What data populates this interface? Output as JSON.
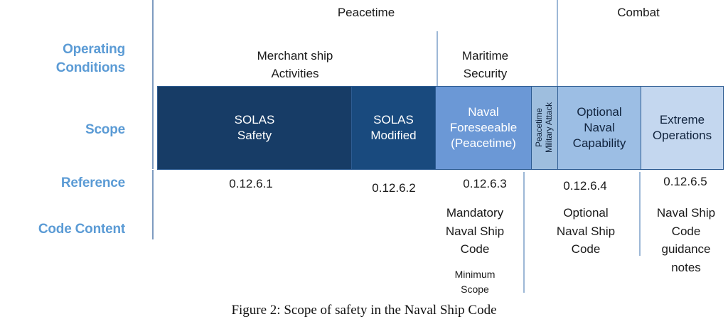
{
  "figure": {
    "caption": "Figure 2: Scope of safety in the Naval Ship Code"
  },
  "row_labels": {
    "operating_conditions": "Operating\nConditions",
    "operating_conditions_line1": "Operating",
    "operating_conditions_line2": "Conditions",
    "scope": "Scope",
    "reference": "Reference",
    "code_content": "Code Content"
  },
  "top_band": {
    "peacetime": "Peacetime",
    "combat": "Combat"
  },
  "operating_conditions_band": {
    "merchant_line1": "Merchant ship",
    "merchant_line2": "Activities",
    "maritime_line1": "Maritime",
    "maritime_line2": "Security"
  },
  "scope_bar": {
    "cells": [
      {
        "id": "solas-safety",
        "line1": "SOLAS",
        "line2": "Safety",
        "color": "#173C66",
        "text_color": "#FFFFFF"
      },
      {
        "id": "solas-modified",
        "line1": "SOLAS",
        "line2": "Modified",
        "color": "#194A7E",
        "text_color": "#FFFFFF"
      },
      {
        "id": "naval-foreseeable",
        "line1": "Naval",
        "line2": "Foreseeable",
        "line3": "(Peacetime)",
        "color": "#6B98D6",
        "text_color": "#FFFFFF"
      },
      {
        "id": "peacetime-military-attack",
        "vertical": "Peacetime\nMilitary Attack",
        "color": "#9EBEDE",
        "text_color": "#10233D"
      },
      {
        "id": "optional-naval-capability",
        "line1": "Optional",
        "line2": "Naval",
        "line3": "Capability",
        "color": "#9CBEE4",
        "text_color": "#10233D"
      },
      {
        "id": "extreme-operations",
        "line1": "Extreme",
        "line2": "Operations",
        "color": "#C4D7EF",
        "text_color": "#10233D"
      }
    ]
  },
  "reference_row": {
    "ref1": "0.12.6.1",
    "ref2": "0.12.6.2",
    "ref3": "0.12.6.3",
    "ref4": "0.12.6.4",
    "ref5": "0.12.6.5"
  },
  "code_content_row": {
    "mandatory_line1": "Mandatory",
    "mandatory_line2": "Naval Ship",
    "mandatory_line3": "Code",
    "minimum_line1": "Minimum",
    "minimum_line2": "Scope",
    "optional_line1": "Optional",
    "optional_line2": "Naval Ship",
    "optional_line3": "Code",
    "guidance_line1": "Naval Ship",
    "guidance_line2": "Code",
    "guidance_line3": "guidance",
    "guidance_line4": "notes"
  },
  "colors": {
    "label_blue": "#5B9BD5",
    "rule_blue": "#9DB8D6",
    "bar_border": "#2E5C92"
  }
}
